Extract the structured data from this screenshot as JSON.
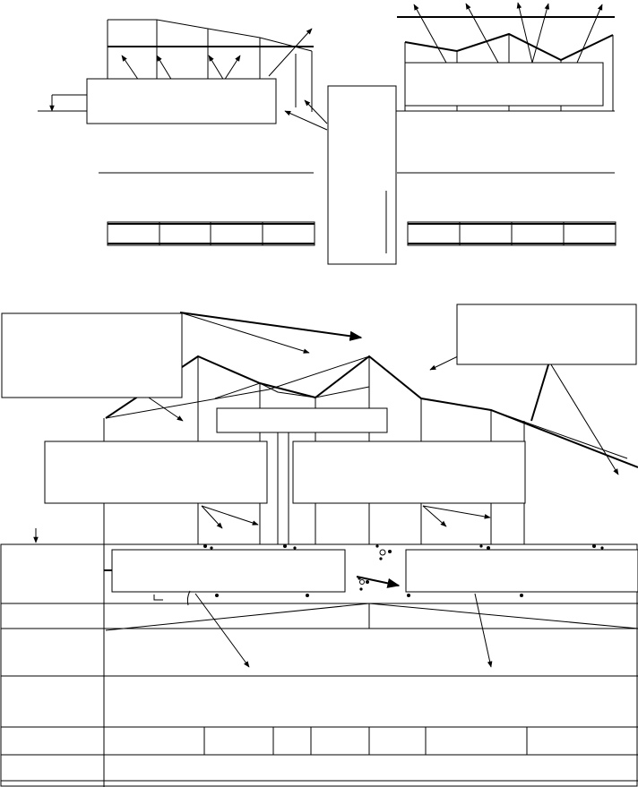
{
  "figure": {
    "colors": {
      "ink": "#000000",
      "paper": "#ffffff"
    },
    "boxes": [
      {
        "name": "top-left-ledge",
        "text": ""
      },
      {
        "name": "top-center-column",
        "text": ""
      },
      {
        "name": "top-right-band",
        "text": ""
      },
      {
        "name": "mid-left-note",
        "text": ""
      },
      {
        "name": "mid-right-note",
        "text": ""
      },
      {
        "name": "mid-center-strip",
        "text": ""
      },
      {
        "name": "lower-left-block",
        "text": ""
      },
      {
        "name": "lower-right-block",
        "text": ""
      },
      {
        "name": "bottom-left-slot",
        "text": ""
      },
      {
        "name": "bottom-right-slot",
        "text": ""
      }
    ],
    "table": {
      "rows": [
        "",
        "",
        "",
        "",
        "",
        ""
      ]
    }
  }
}
